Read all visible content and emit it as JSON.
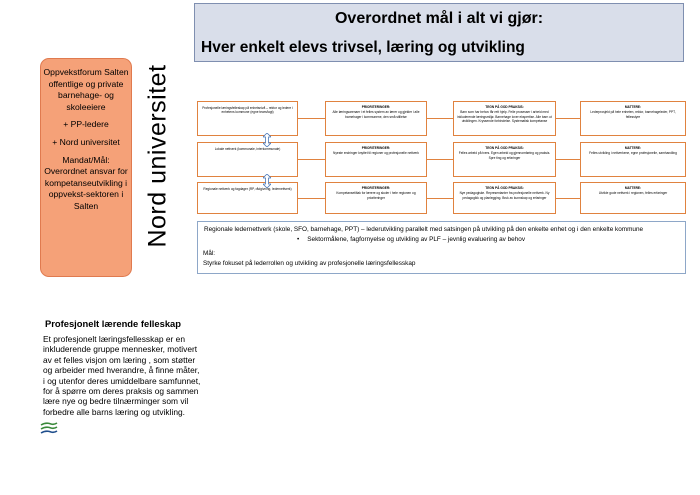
{
  "header": {
    "title_line1": "Overordnet mål i alt vi gjør:",
    "title_line2": "Hver enkelt elevs trivsel, læring og utvikling"
  },
  "forum_box": {
    "paragraphs": [
      "Oppvekstforum Salten offentlige og private barnehage- og skoleeiere",
      "+ PP-ledere",
      "+ Nord universitet",
      "Mandat/Mål: Overordnet ansvar for kompetanseutvikling i oppvekst-sektoren i Salten"
    ]
  },
  "university_label": "Nord universitet",
  "grid": {
    "rows": [
      {
        "cells": [
          {
            "heading": "",
            "text": "Profesjonelle læringsfelleskap på enhetsnivå – rektor og ledere i enhetens kommune (egne team/lagt)"
          },
          {
            "heading": "PRIORITERINGER:",
            "text": "Alle læringsarenaer i et felles system av lærer og gjelder i alle barnehager i kommunene, den små stillelse"
          },
          {
            "heading": "TEGN PÅ GOD PRAKSIS:",
            "text": "Barn som har behov får rett hjelp. Felle prosesser i arbeid med inkluderende læringsmiljø. Barnehage lover ekspertise. Alle barn ut utviklingen. Kryssende forbindelse. Systematisk kompetanse"
          },
          {
            "heading": "MATTERE:",
            "text": "Lederprosjekt på hele enheten, rektor, barnehageleder, PPT, fellesstyre"
          }
        ]
      },
      {
        "cells": [
          {
            "heading": "",
            "text": "Lokale nettverk (kommunale, interkommunale)"
          },
          {
            "heading": "PRIORITERINGER:",
            "text": "Nyeste endringer knyttet til regioner og profesjonelle nettverk"
          },
          {
            "heading": "TEGN PÅ GOD PRAKSIS:",
            "text": "Felles arbeid på tvers. Egen arbeid og gjennomføring og praksis. Spre ting og erfaringer"
          },
          {
            "heading": "MATTERE:",
            "text": "Felles utvikling i nettverkene, egne profesjonelle, samhandling"
          }
        ]
      },
      {
        "cells": [
          {
            "heading": "",
            "text": "Regionale nettverk og fagdager (RP, rådgivning, ledernettverk)"
          },
          {
            "heading": "PRIORITERINGER:",
            "text": "Kompetansetiltak for lærere og skoler i hele regionen og prioriteringer"
          },
          {
            "heading": "TEGN PÅ GOD PRAKSIS:",
            "text": "Nye pedagogiske. Representanter fra profesjonelle nettverk. Ny pedagogikk og planlegging. Bruk av kunnskap og erfaringer"
          },
          {
            "heading": "MATTERE:",
            "text": "Utvikle gode nettverk i regionen, felles erfaringer"
          }
        ]
      }
    ]
  },
  "network_box": {
    "line1": "Regionale ledernettverk (skole, SFO, barnehage, PPT) – lederutvikling parallelt med satsingen på utvikling på den enkelte enhet og i den enkelte kommune",
    "bullet": "•",
    "line2": "Sektormålene, fagfornyelse og utvikling av PLF – jevnlig evaluering av behov",
    "line3": "Mål:",
    "line4": "Styrke fokuset på lederrollen og utvikling av profesjonelle læringsfellesskap"
  },
  "plf": {
    "title": "Profesjonelt lærende felleskap",
    "text": "Et profesjonelt læringsfellesskap er en inkluderende gruppe mennesker, motivert av et felles visjon om  læring , som støtter og arbeider med hverandre, å finne måter, i og utenfor deres umiddelbare samfunnet, for å spørre om deres praksis og sammen lære nye og bedre tilnærminger som vil forbedre alle barns læring og utvikling."
  },
  "colors": {
    "title_bg": "#d9deea",
    "forum_bg": "#f5a178",
    "cell_border": "#e0823f",
    "arrow_blue": "#4a78b8",
    "logo_green": "#3a8a3a"
  }
}
